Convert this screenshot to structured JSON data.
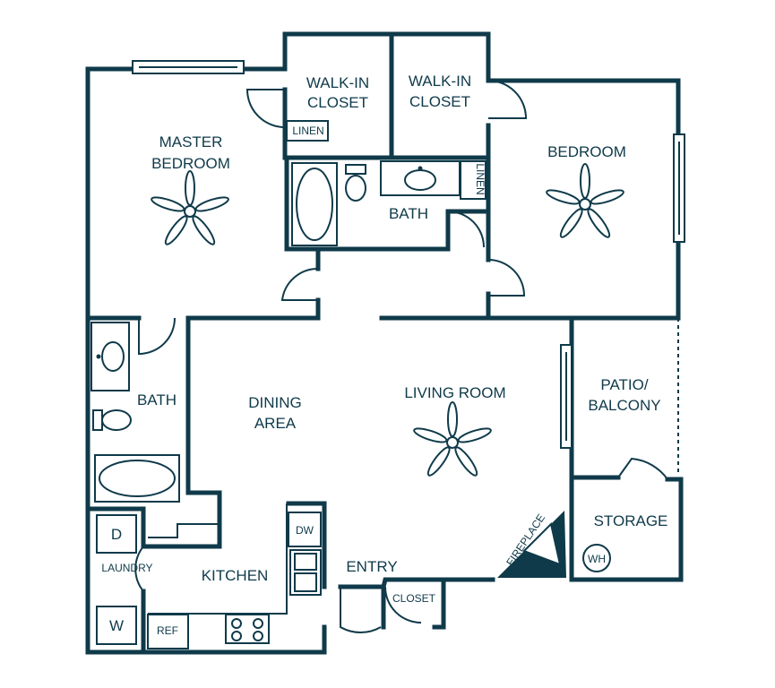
{
  "rooms": {
    "walkin_closet_left": [
      "WALK-IN",
      "CLOSET"
    ],
    "walkin_closet_right": [
      "WALK-IN",
      "CLOSET"
    ],
    "master_bedroom": [
      "MASTER",
      "BEDROOM"
    ],
    "linen_top": "LINEN",
    "linen_vertical": "LINEN",
    "bath_upper": "BATH",
    "bedroom": "BEDROOM",
    "bath_lower": "BATH",
    "dining_area": [
      "DINING",
      "AREA"
    ],
    "living_room": "LIVING ROOM",
    "patio_balcony": [
      "PATIO/",
      "BALCONY"
    ],
    "storage": "STORAGE",
    "water_heater": "WH",
    "fireplace": "FIREPLACE",
    "laundry": "LAUNDRY",
    "dryer": "D",
    "washer": "W",
    "dishwasher": "DW",
    "kitchen": "KITCHEN",
    "entry": "ENTRY",
    "closet_entry": "CLOSET",
    "refrigerator": "REF"
  },
  "colors": {
    "wall": "#0f3a4a",
    "background": "#ffffff"
  },
  "icons": [
    "ceiling-fan-icon",
    "toilet-icon",
    "sink-icon",
    "bathtub-icon",
    "stove-icon",
    "window-icon",
    "door-swing-icon"
  ]
}
